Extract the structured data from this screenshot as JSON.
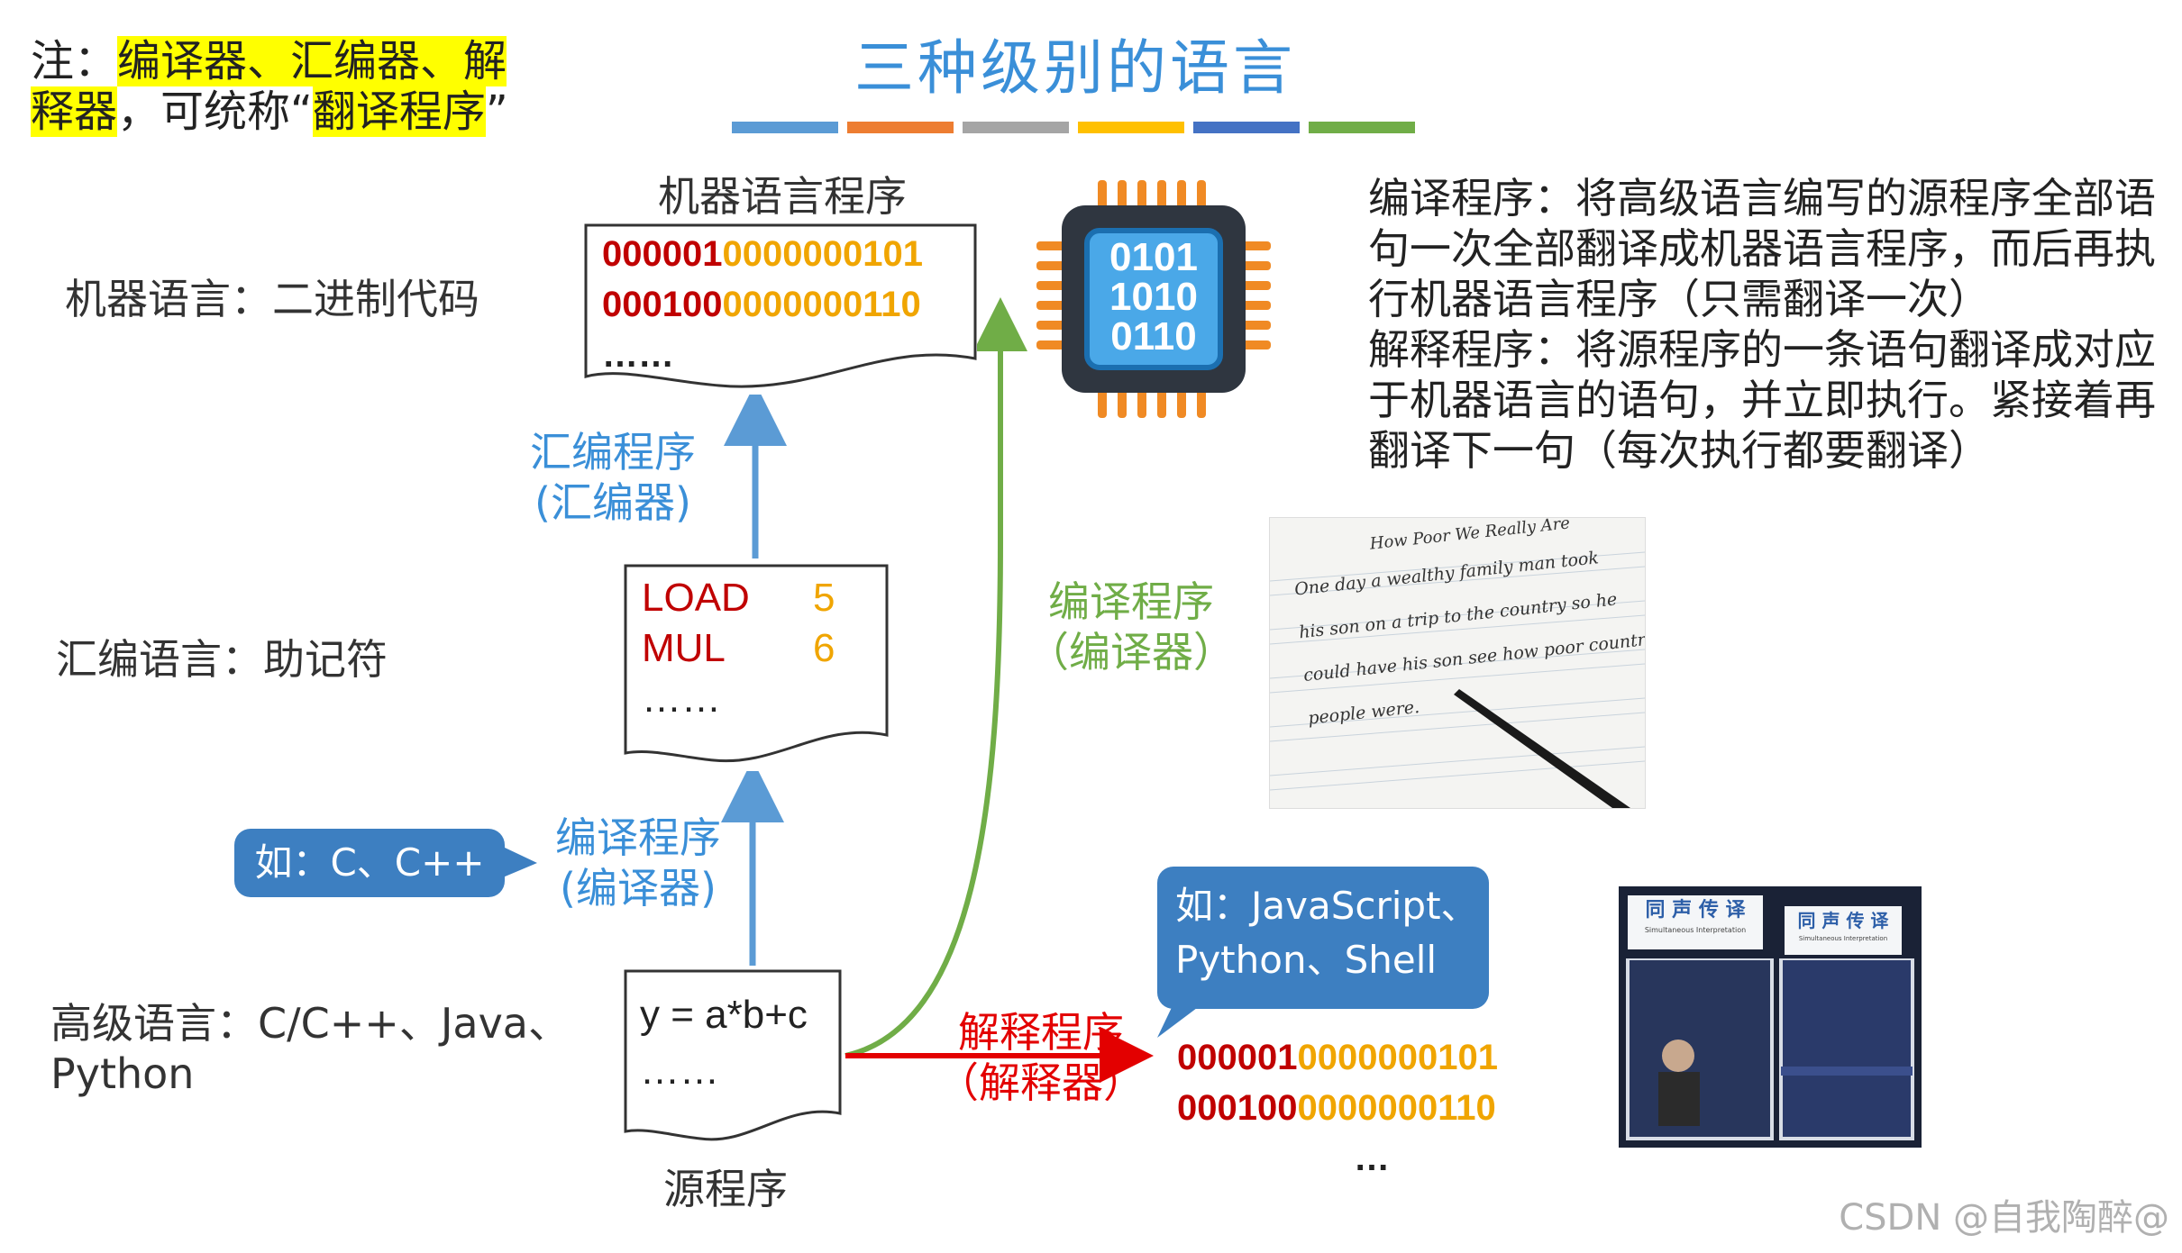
{
  "title": "三种级别的语言",
  "title_bar_colors": [
    "#5b9bd5",
    "#ed7d31",
    "#a5a5a5",
    "#ffc000",
    "#4472c4",
    "#70ad47"
  ],
  "note": {
    "prefix": "注：",
    "highlight1": "编译器、汇编器、解",
    "highlight2": "释器",
    "middle": "，可统称“",
    "highlight3": "翻译程序",
    "suffix": "”"
  },
  "levels": {
    "machine": "机器语言：二进制代码",
    "assembly": "汇编语言：助记符",
    "high_line1": "高级语言：C/C++、Java、",
    "high_line2": "Python"
  },
  "machine_doc": {
    "label": "机器语言程序",
    "line1_red": "000001",
    "line1_yellow": "0000000101",
    "line2_red": "000100",
    "line2_yellow": "0000000110",
    "ellipsis": "……"
  },
  "asm_doc": {
    "op1": "LOAD",
    "val1": "5",
    "op2": "MUL",
    "val2": "6",
    "ellipsis": "……"
  },
  "source_doc": {
    "code": "y = a*b+c",
    "ellipsis": "……",
    "label": "源程序"
  },
  "arrows": {
    "assembler_line1": "汇编程序",
    "assembler_line2": "(汇编器)",
    "compiler_blue_line1": "编译程序",
    "compiler_blue_line2": "(编译器)",
    "compiler_green_line1": "编译程序",
    "compiler_green_line2": "（编译器）",
    "interpreter_line1": "解释程序",
    "interpreter_line2": "（解释器）"
  },
  "callouts": {
    "compiled_example": "如：C、C++",
    "interpreted_line1": "如：JavaScript、",
    "interpreted_line2": "Python、Shell"
  },
  "interp_output": {
    "line1_red": "000001",
    "line1_yellow": "0000000101",
    "line2_red": "000100",
    "line2_yellow": "0000000110",
    "ellipsis": "…"
  },
  "chip": {
    "rows": [
      "0101",
      "1010",
      "0110"
    ]
  },
  "explanation": {
    "compiler": "编译程序：将高级语言编写的源程序全部语句一次全部翻译成机器语言程序，而后再执行机器语言程序（只需翻译一次）",
    "interpreter": "解释程序：将源程序的一条语句翻译成对应于机器语言的语句，并立即执行。紧接着再翻译下一句（每次执行都要翻译）"
  },
  "handwriting_photo": {
    "title": "How Poor We Really Are",
    "line1": "One day a wealthy family man took",
    "line2": "his son on a trip to the country so he",
    "line3": "could have his son see how poor country",
    "line4": "people were."
  },
  "booth_photo": {
    "sign1": "同 声 传 译",
    "sign1_sub": "Simultaneous Interpretation",
    "sign2": "同 声 传 译",
    "sign2_sub": "Simultaneous Interpretation"
  },
  "footer": "CSDN @自我陶醉@"
}
